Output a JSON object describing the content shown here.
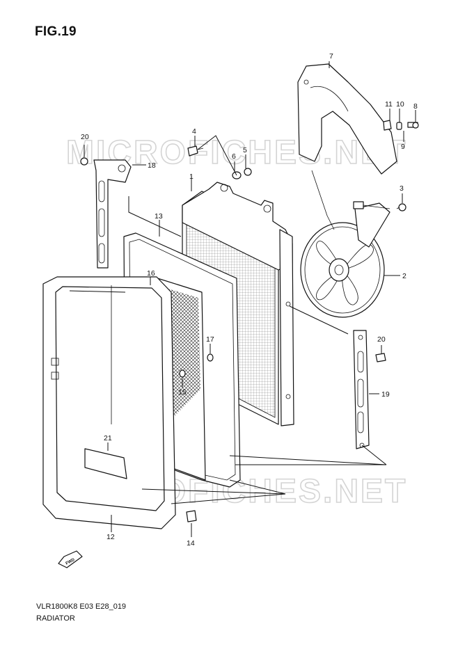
{
  "figure": {
    "title": "FIG.19"
  },
  "footer": {
    "code": "VLR1800K8 E03 E28_019",
    "name": "RADIATOR"
  },
  "watermark": {
    "text": "MICROFICHES.NET"
  },
  "fwd_label": "FWD",
  "callouts": [
    "1",
    "2",
    "3",
    "4",
    "5",
    "6",
    "7",
    "8",
    "9",
    "10",
    "11",
    "12",
    "13",
    "14",
    "15",
    "16",
    "17",
    "18",
    "19",
    "20",
    "20",
    "21"
  ]
}
